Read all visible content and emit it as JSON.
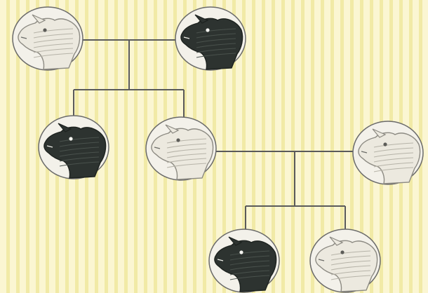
{
  "diagram": {
    "type": "pedigree",
    "colors": {
      "black": "#2d3330",
      "white": "#ece9df",
      "line": "#5a5a5a"
    },
    "individuals": [
      {
        "id": "g1-a",
        "generation": 1,
        "phenotype": "white"
      },
      {
        "id": "g1-b",
        "generation": 1,
        "phenotype": "black"
      },
      {
        "id": "g2-a",
        "generation": 2,
        "phenotype": "black"
      },
      {
        "id": "g2-b",
        "generation": 2,
        "phenotype": "white"
      },
      {
        "id": "g2-mate",
        "generation": 2,
        "phenotype": "white"
      },
      {
        "id": "g3-a",
        "generation": 3,
        "phenotype": "black"
      },
      {
        "id": "g3-b",
        "generation": 3,
        "phenotype": "white"
      }
    ],
    "matings": [
      {
        "parents": [
          "g1-a",
          "g1-b"
        ],
        "children": [
          "g2-a",
          "g2-b"
        ]
      },
      {
        "parents": [
          "g2-b",
          "g2-mate"
        ],
        "children": [
          "g3-a",
          "g3-b"
        ]
      }
    ]
  }
}
